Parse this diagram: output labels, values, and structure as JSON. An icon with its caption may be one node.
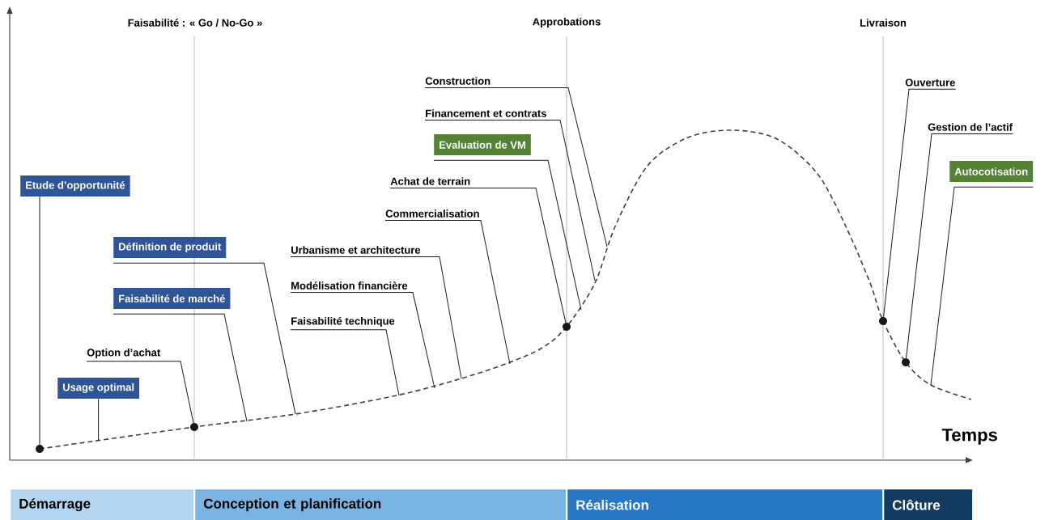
{
  "diagram": {
    "nodes": [
      {
        "text": [
          "Etude d’opportunité"
        ]
      },
      {
        "text": [
          "Définition de produit"
        ]
      },
      {
        "text": [
          "Faisabilité de marché"
        ]
      },
      {
        "text": [
          "Option d’achat"
        ]
      },
      {
        "text": [
          "Usage optimal"
        ]
      },
      {
        "text": [
          "Urbanisme et architecture"
        ]
      },
      {
        "text": [
          "Modélisation financière"
        ]
      },
      {
        "text": [
          "Faisabilité technique"
        ]
      },
      {
        "text": [
          "Commercialisation"
        ]
      },
      {
        "text": [
          "Achat de terrain"
        ]
      },
      {
        "text": [
          "Evaluation de VM"
        ]
      },
      {
        "text": [
          "Financement et contrats"
        ]
      },
      {
        "text": [
          "Construction"
        ]
      },
      {
        "text": [
          "Ouverture"
        ]
      },
      {
        "text": [
          "Gestion de l’actif"
        ]
      },
      {
        "text": [
          "Autocotisation"
        ]
      },
      {
        "text": [],
        "shape": "circle"
      },
      {
        "text": [],
        "shape": "circle"
      },
      {
        "text": [],
        "shape": "circle"
      },
      {
        "text": [],
        "shape": "circle"
      },
      {
        "text": [],
        "shape": "circle"
      },
      {
        "text": [
          "Démarrage"
        ]
      },
      {
        "text": [
          "Conception et planification"
        ]
      },
      {
        "text": [
          "Réalisation"
        ]
      },
      {
        "text": [
          "Clôture"
        ]
      }
    ],
    "edges": [
      {
        "from": 0,
        "to": 16,
        "arrow": "none"
      },
      {
        "from": 1,
        "to": null,
        "arrow": "none"
      },
      {
        "from": 2,
        "to": null,
        "arrow": "none"
      },
      {
        "from": 3,
        "to": 17,
        "arrow": "none"
      },
      {
        "from": 4,
        "to": null,
        "arrow": "none"
      },
      {
        "from": 5,
        "to": null,
        "arrow": "none"
      },
      {
        "from": 6,
        "to": null,
        "arrow": "none"
      },
      {
        "from": 7,
        "to": null,
        "arrow": "none"
      },
      {
        "from": 8,
        "to": null,
        "arrow": "none"
      },
      {
        "from": 9,
        "to": 18,
        "arrow": "none"
      },
      {
        "from": 10,
        "to": null,
        "arrow": "none"
      },
      {
        "from": 11,
        "to": null,
        "arrow": "none"
      },
      {
        "from": 12,
        "to": null,
        "arrow": "none"
      },
      {
        "from": 13,
        "to": 19,
        "arrow": "none"
      },
      {
        "from": 14,
        "to": 20,
        "arrow": "none"
      },
      {
        "from": 15,
        "to": null,
        "arrow": "none"
      }
    ],
    "labels": [
      "Faisabilité : « Go / No-Go »",
      "Approbations",
      "Livraison",
      "Temps"
    ]
  }
}
